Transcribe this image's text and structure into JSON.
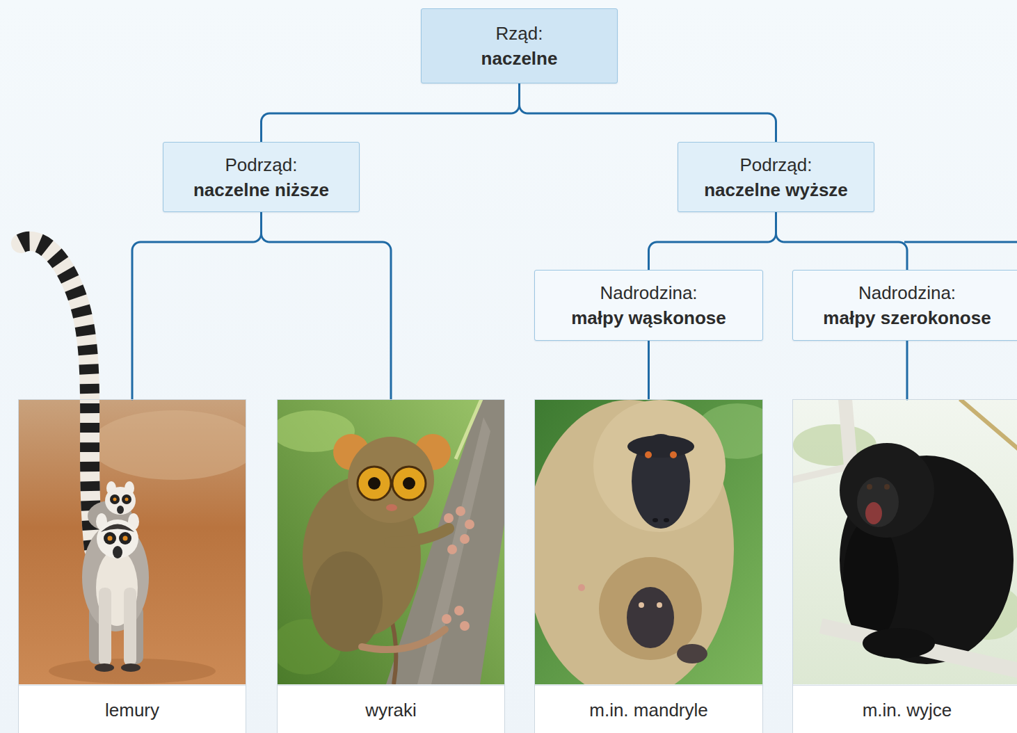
{
  "diagram": {
    "nodes": [
      {
        "text": [
          "Rząd:",
          "naczelne"
        ]
      },
      {
        "text": [
          "Podrząd:",
          "naczelne niższe"
        ]
      },
      {
        "text": [
          "Podrząd:",
          "naczelne wyższe"
        ]
      },
      {
        "text": [
          "Nadrodzina:",
          "małpy wąskonose"
        ]
      },
      {
        "text": [
          "Nadrodzina:",
          "małpy szerokonose"
        ]
      },
      {
        "text": [
          "lemury"
        ]
      },
      {
        "text": [
          "wyraki"
        ]
      },
      {
        "text": [
          "m.in. mandryle"
        ]
      },
      {
        "text": [
          "m.in. wyjce"
        ]
      }
    ],
    "edges": [
      {
        "from": 0,
        "to": 1,
        "arrow": "none"
      },
      {
        "from": 0,
        "to": 2,
        "arrow": "none"
      },
      {
        "from": 1,
        "to": 5,
        "arrow": "none"
      },
      {
        "from": 1,
        "to": 6,
        "arrow": "none"
      },
      {
        "from": 2,
        "to": 3,
        "arrow": "none"
      },
      {
        "from": 2,
        "to": 4,
        "arrow": "none"
      },
      {
        "from": 3,
        "to": 7,
        "arrow": "none"
      },
      {
        "from": 4,
        "to": 8,
        "arrow": "none"
      }
    ]
  }
}
